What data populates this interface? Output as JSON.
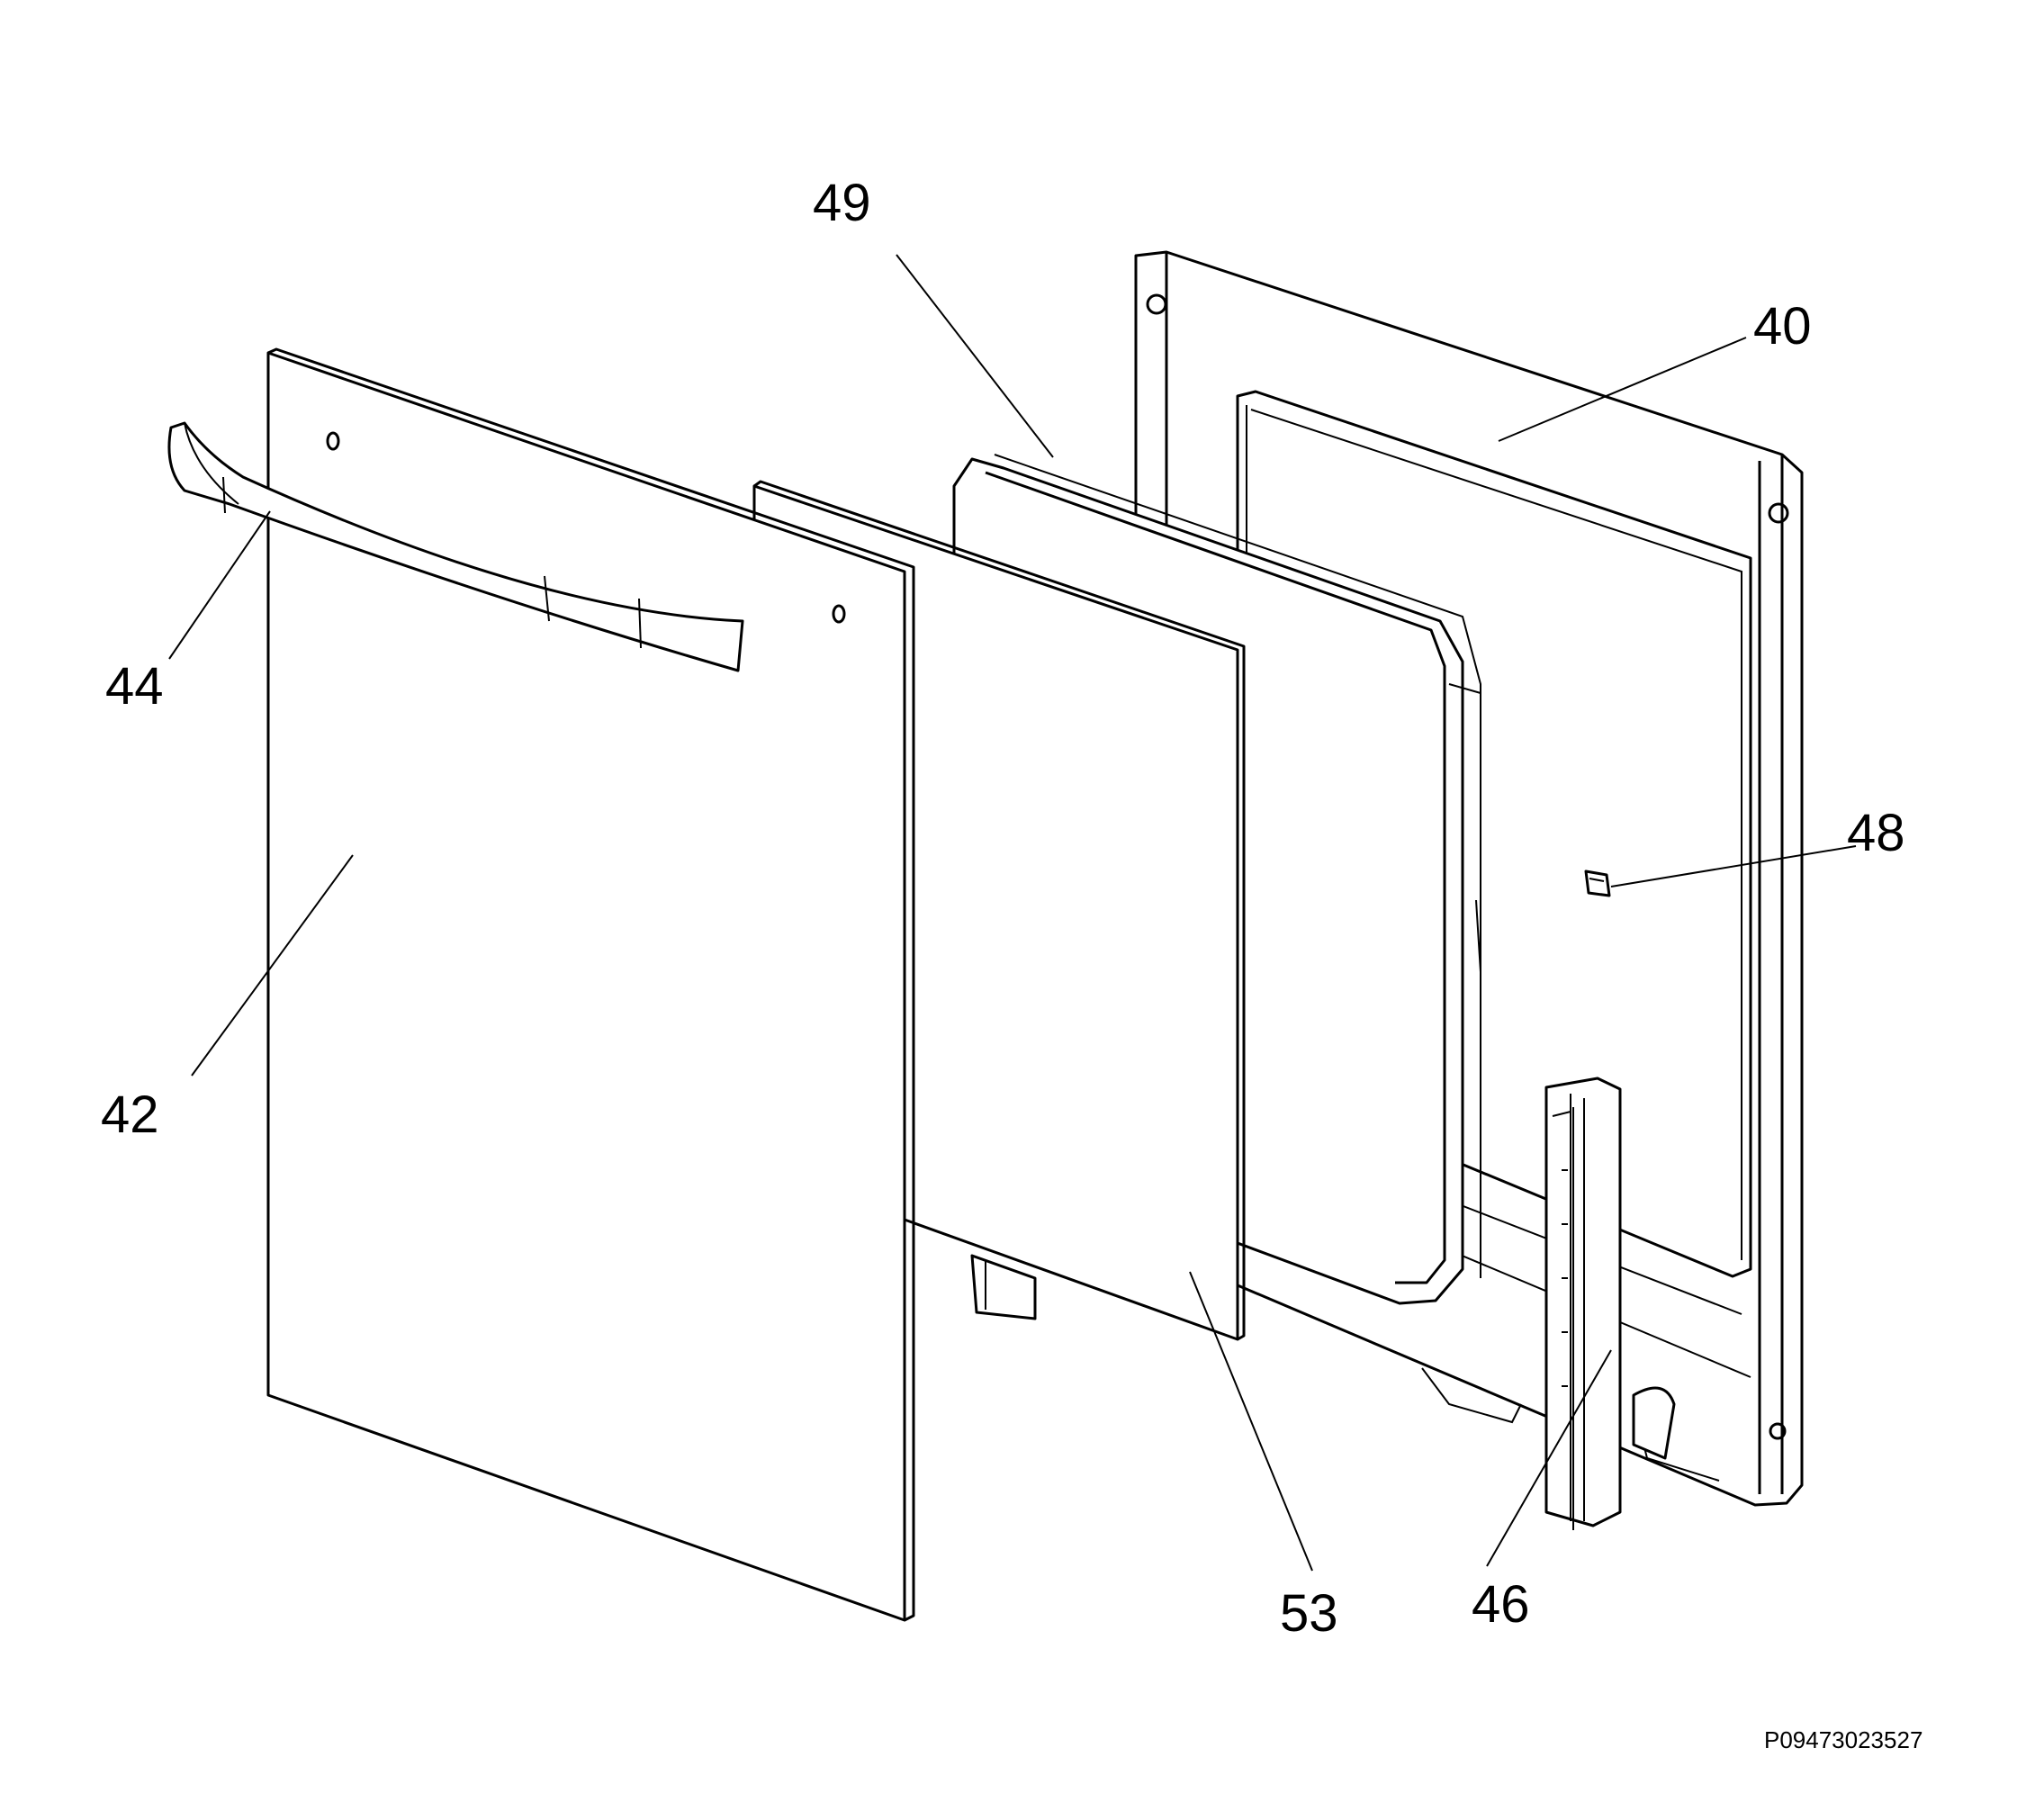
{
  "callouts": [
    {
      "id": "c49",
      "label": "49"
    },
    {
      "id": "c40",
      "label": "40"
    },
    {
      "id": "c44",
      "label": "44"
    },
    {
      "id": "c48",
      "label": "48"
    },
    {
      "id": "c42",
      "label": "42"
    },
    {
      "id": "c53",
      "label": "53"
    },
    {
      "id": "c46",
      "label": "46"
    }
  ],
  "document_number": "P09473023527"
}
